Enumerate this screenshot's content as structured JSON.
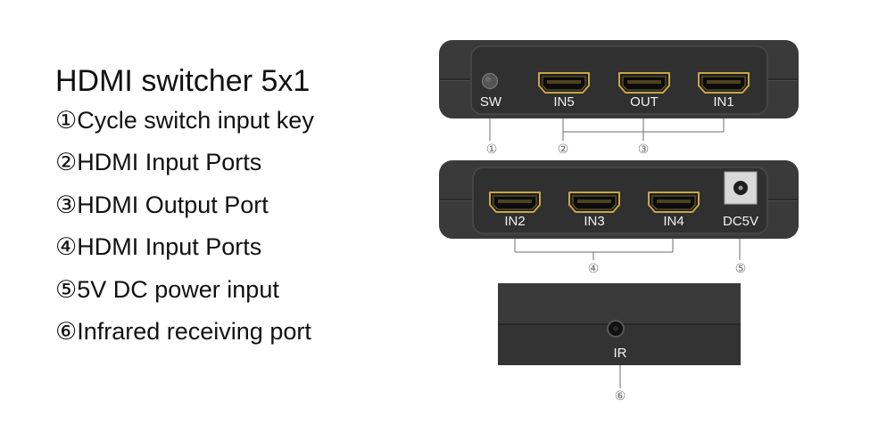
{
  "title": "HDMI switcher 5x1",
  "legend": [
    {
      "marker": "①",
      "label": "Cycle switch input key"
    },
    {
      "marker": "②",
      "label": "HDMI Input Ports"
    },
    {
      "marker": "③",
      "label": "HDMI Output Port"
    },
    {
      "marker": "④",
      "label": "HDMI Input Ports"
    },
    {
      "marker": "⑤",
      "label": "5V DC power input"
    },
    {
      "marker": "⑥",
      "label": "Infrared receiving port"
    }
  ],
  "front_panel": {
    "button_label": "SW",
    "ports": [
      "IN5",
      "OUT",
      "IN1"
    ]
  },
  "back_panel": {
    "ports": [
      "IN2",
      "IN3",
      "IN4"
    ],
    "power_label": "DC5V"
  },
  "side_panel": {
    "ir_label": "IR"
  },
  "colors": {
    "device_body": "#3a3a3a",
    "faceplate": "#303030",
    "port_outline": "#c9a646",
    "panel_label": "#f2f2f2",
    "callout": "#6e6e6e",
    "text": "#111111"
  }
}
